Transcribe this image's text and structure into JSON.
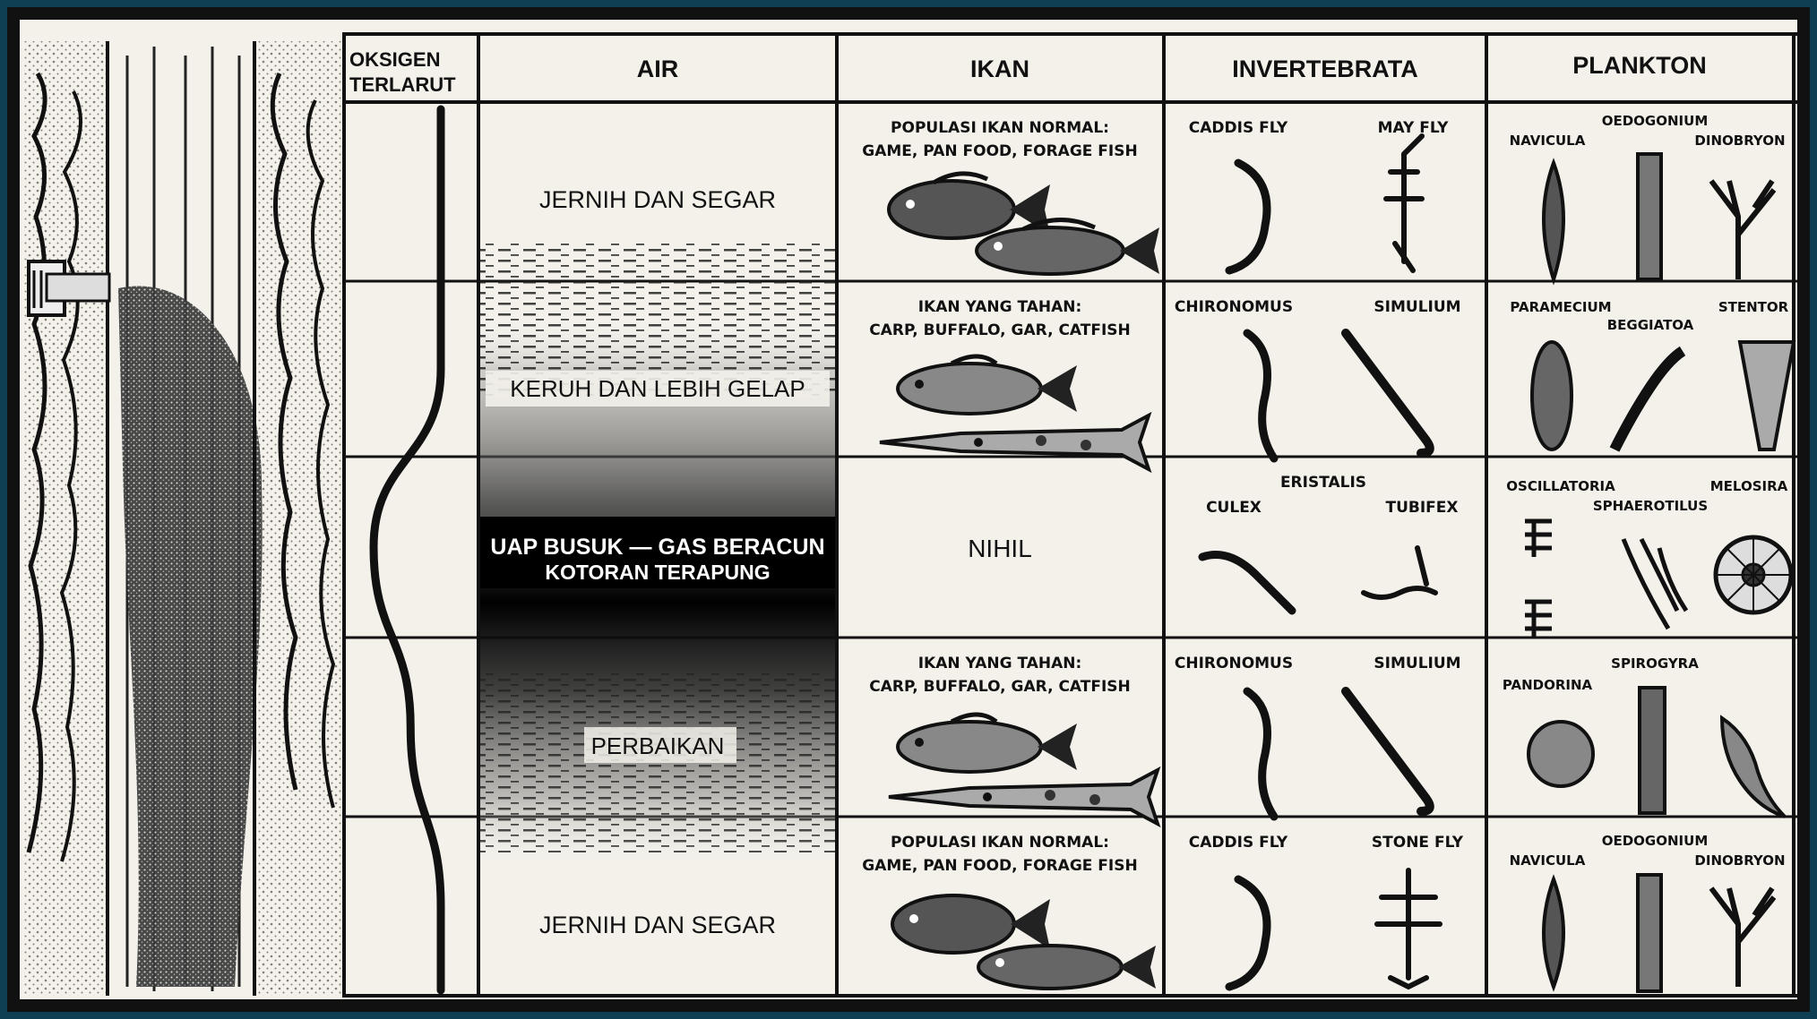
{
  "headers": {
    "oxygen": [
      "OKSIGEN",
      "TERLARUT"
    ],
    "water": "AIR",
    "fish": "IKAN",
    "invertebrates": "INVERTEBRATA",
    "plankton": "PLANKTON"
  },
  "rows": [
    {
      "water": [
        "JERNIH DAN SEGAR"
      ],
      "water_tone": "clear",
      "fish_caption": [
        "POPULASI IKAN NORMAL:",
        "GAME, PAN FOOD, FORAGE FISH"
      ],
      "fish_icons": [
        "sunfish",
        "bass"
      ],
      "invert_labels": [
        "CADDIS FLY",
        "MAY FLY"
      ],
      "invert_icons": [
        "caddis-larva",
        "mayfly-nymph"
      ],
      "plankton_labels": [
        "OEDOGONIUM",
        "NAVICULA",
        "DINOBRYON"
      ],
      "plankton_icons": [
        "navicula",
        "oedogonium",
        "dinobryon"
      ]
    },
    {
      "water": [
        "KERUH DAN LEBIH GELAP"
      ],
      "water_tone": "turbid",
      "fish_caption": [
        "IKAN YANG TAHAN:",
        "CARP, BUFFALO, GAR, CATFISH"
      ],
      "fish_icons": [
        "carp",
        "gar"
      ],
      "invert_labels": [
        "CHIRONOMUS",
        "SIMULIUM"
      ],
      "invert_icons": [
        "chironomus-larva",
        "simulium-larva"
      ],
      "plankton_labels": [
        "PARAMECIUM",
        "BEGGIATOA",
        "STENTOR"
      ],
      "plankton_icons": [
        "paramecium",
        "beggiatoa",
        "stentor"
      ]
    },
    {
      "water": [
        "UAP BUSUK — GAS BERACUN",
        "KOTORAN TERAPUNG"
      ],
      "water_tone": "septic",
      "fish_caption": [
        "NIHIL"
      ],
      "fish_icons": [],
      "invert_labels": [
        "ERISTALIS",
        "CULEX",
        "TUBIFEX"
      ],
      "invert_icons": [
        "culex-larva",
        "tubifex-worm"
      ],
      "plankton_labels": [
        "OSCILLATORIA",
        "SPHAEROTILUS",
        "MELOSIRA"
      ],
      "plankton_icons": [
        "oscillatoria",
        "sphaerotilus",
        "melosira"
      ]
    },
    {
      "water": [
        "PERBAIKAN"
      ],
      "water_tone": "recovery",
      "fish_caption": [
        "IKAN YANG TAHAN:",
        "CARP, BUFFALO, GAR, CATFISH"
      ],
      "fish_icons": [
        "carp",
        "gar"
      ],
      "invert_labels": [
        "CHIRONOMUS",
        "SIMULIUM"
      ],
      "invert_icons": [
        "chironomus-larva",
        "simulium-larva"
      ],
      "plankton_labels": [
        "SPIROGYRA",
        "PANDORINA"
      ],
      "plankton_icons": [
        "pandorina",
        "spirogyra",
        "euglena"
      ]
    },
    {
      "water": [
        "JERNIH DAN SEGAR"
      ],
      "water_tone": "clear",
      "fish_caption": [
        "POPULASI IKAN NORMAL:",
        "GAME, PAN FOOD, FORAGE FISH"
      ],
      "fish_icons": [
        "sunfish",
        "bass"
      ],
      "invert_labels": [
        "CADDIS FLY",
        "STONE FLY"
      ],
      "invert_icons": [
        "caddis-larva",
        "stonefly-nymph"
      ],
      "plankton_labels": [
        "OEDOGONIUM",
        "NAVICULA",
        "DINOBRYON"
      ],
      "plankton_icons": [
        "navicula",
        "oedogonium",
        "dinobryon"
      ]
    }
  ],
  "oxygen_profile": [
    1.0,
    1.0,
    0.0,
    0.55,
    1.0
  ],
  "colors": {
    "ink": "#111111",
    "paper": "#f3f1ea",
    "frame": "#0f3f52"
  }
}
